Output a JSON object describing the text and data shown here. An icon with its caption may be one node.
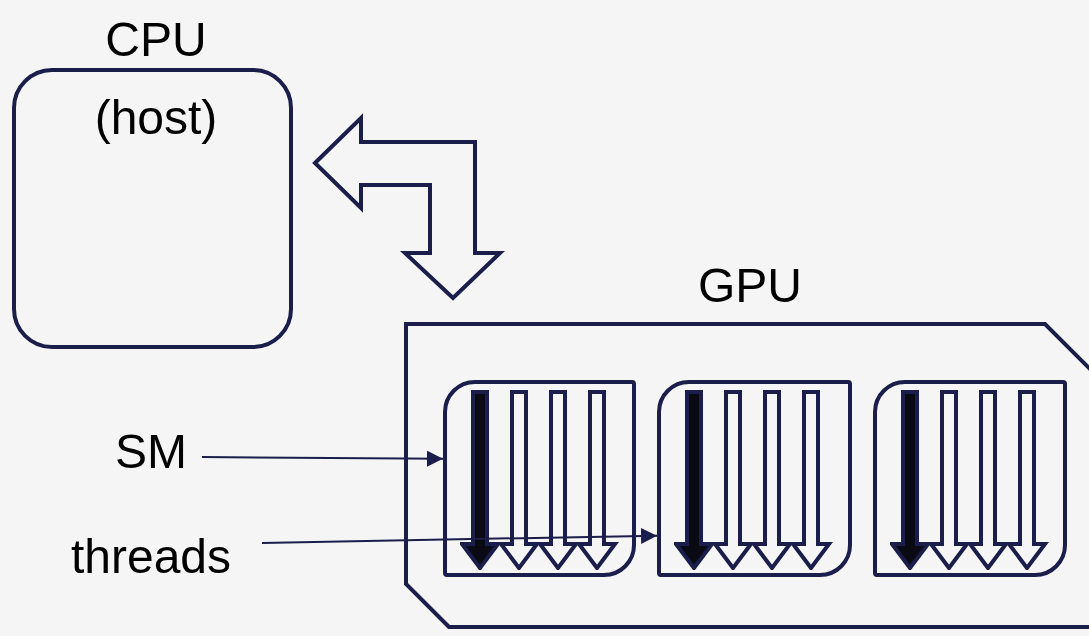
{
  "diagram": {
    "nodes": [
      {
        "text": [
          "CPU",
          "(host)"
        ]
      },
      {
        "text": [
          "GPU"
        ]
      },
      {
        "text": [],
        "shape": "box",
        "in": 1
      },
      {
        "text": [],
        "shape": "box",
        "in": 1
      },
      {
        "text": [],
        "shape": "box",
        "in": 1
      },
      {
        "text": [
          "SM"
        ]
      },
      {
        "text": [
          "threads"
        ]
      }
    ],
    "edges": [
      {
        "from": 0,
        "to": 1,
        "arrow": "both",
        "style": "thick"
      },
      {
        "from": 5,
        "to": 2,
        "arrow": "to"
      },
      {
        "from": 6,
        "to": 3,
        "arrow": "to"
      }
    ]
  }
}
